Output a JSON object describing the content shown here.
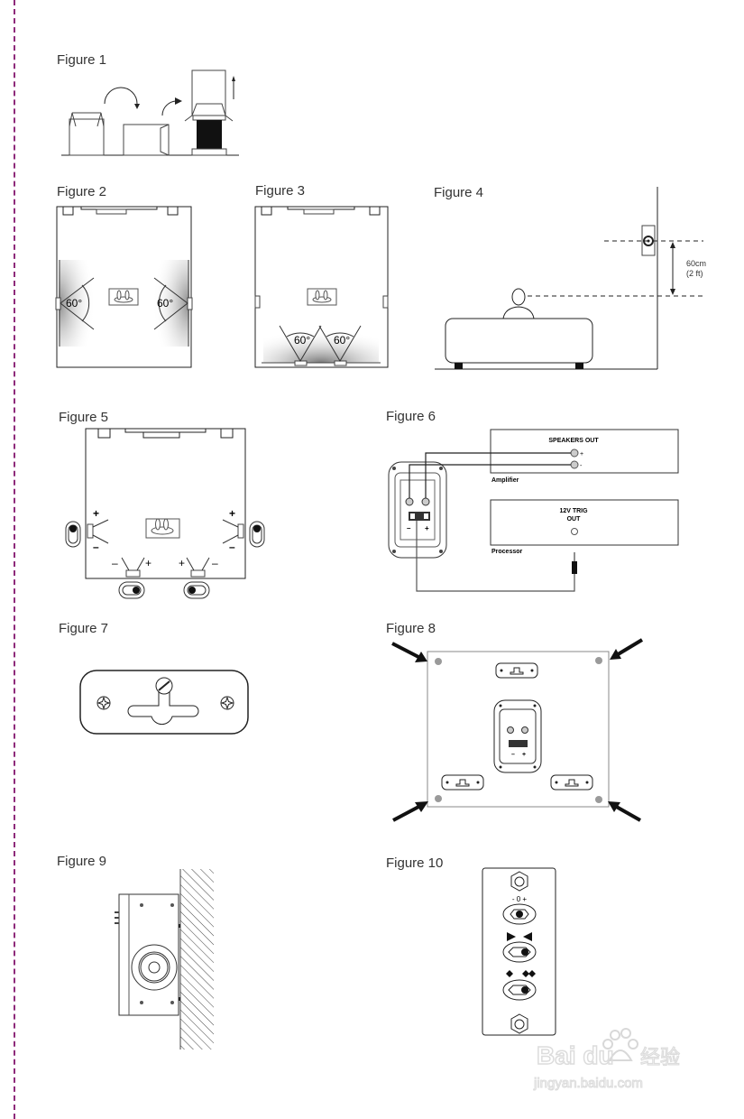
{
  "figures": [
    {
      "id": 1,
      "label": "Figure 1",
      "subject": "unpacking-box-sequence"
    },
    {
      "id": 2,
      "label": "Figure 2",
      "subject": "side-surround-placement",
      "angle_labels": [
        "60°",
        "60°"
      ]
    },
    {
      "id": 3,
      "label": "Figure 3",
      "subject": "rear-surround-placement",
      "angle_labels": [
        "60°",
        "60°"
      ]
    },
    {
      "id": 4,
      "label": "Figure 4",
      "subject": "mounting-height",
      "height_value": "60cm",
      "height_value_imperial": "(2 ft)"
    },
    {
      "id": 5,
      "label": "Figure 5",
      "subject": "polarity-switch-settings",
      "plus": "+",
      "minus": "–"
    },
    {
      "id": 6,
      "label": "Figure 6",
      "subject": "wiring-diagram",
      "amplifier": {
        "panel_title": "SPEAKERS OUT",
        "caption": "Amplifier",
        "plus": "+",
        "minus": "-"
      },
      "processor": {
        "panel_title_line1": "12V TRIG",
        "panel_title_line2": "OUT",
        "caption": "Processor"
      },
      "speaker_terminals": {
        "minus": "–",
        "plus": "+"
      }
    },
    {
      "id": 7,
      "label": "Figure 7",
      "subject": "keyhole-bracket"
    },
    {
      "id": 8,
      "label": "Figure 8",
      "subject": "rear-panel-bumper-locations",
      "terminal_minus": "–",
      "terminal_plus": "+"
    },
    {
      "id": 9,
      "label": "Figure 9",
      "subject": "wall-mounted-side-view"
    },
    {
      "id": 10,
      "label": "Figure 10",
      "subject": "switch-panel",
      "level_switch_label": "- 0 +"
    }
  ],
  "watermark": {
    "brand": "Bai du",
    "cn": "经验",
    "url": "jingyan.baidu.com"
  },
  "colors": {
    "margin_line": "#8e2a7a",
    "ink": "#222222",
    "bumper_dot": "#9a9a9a"
  }
}
